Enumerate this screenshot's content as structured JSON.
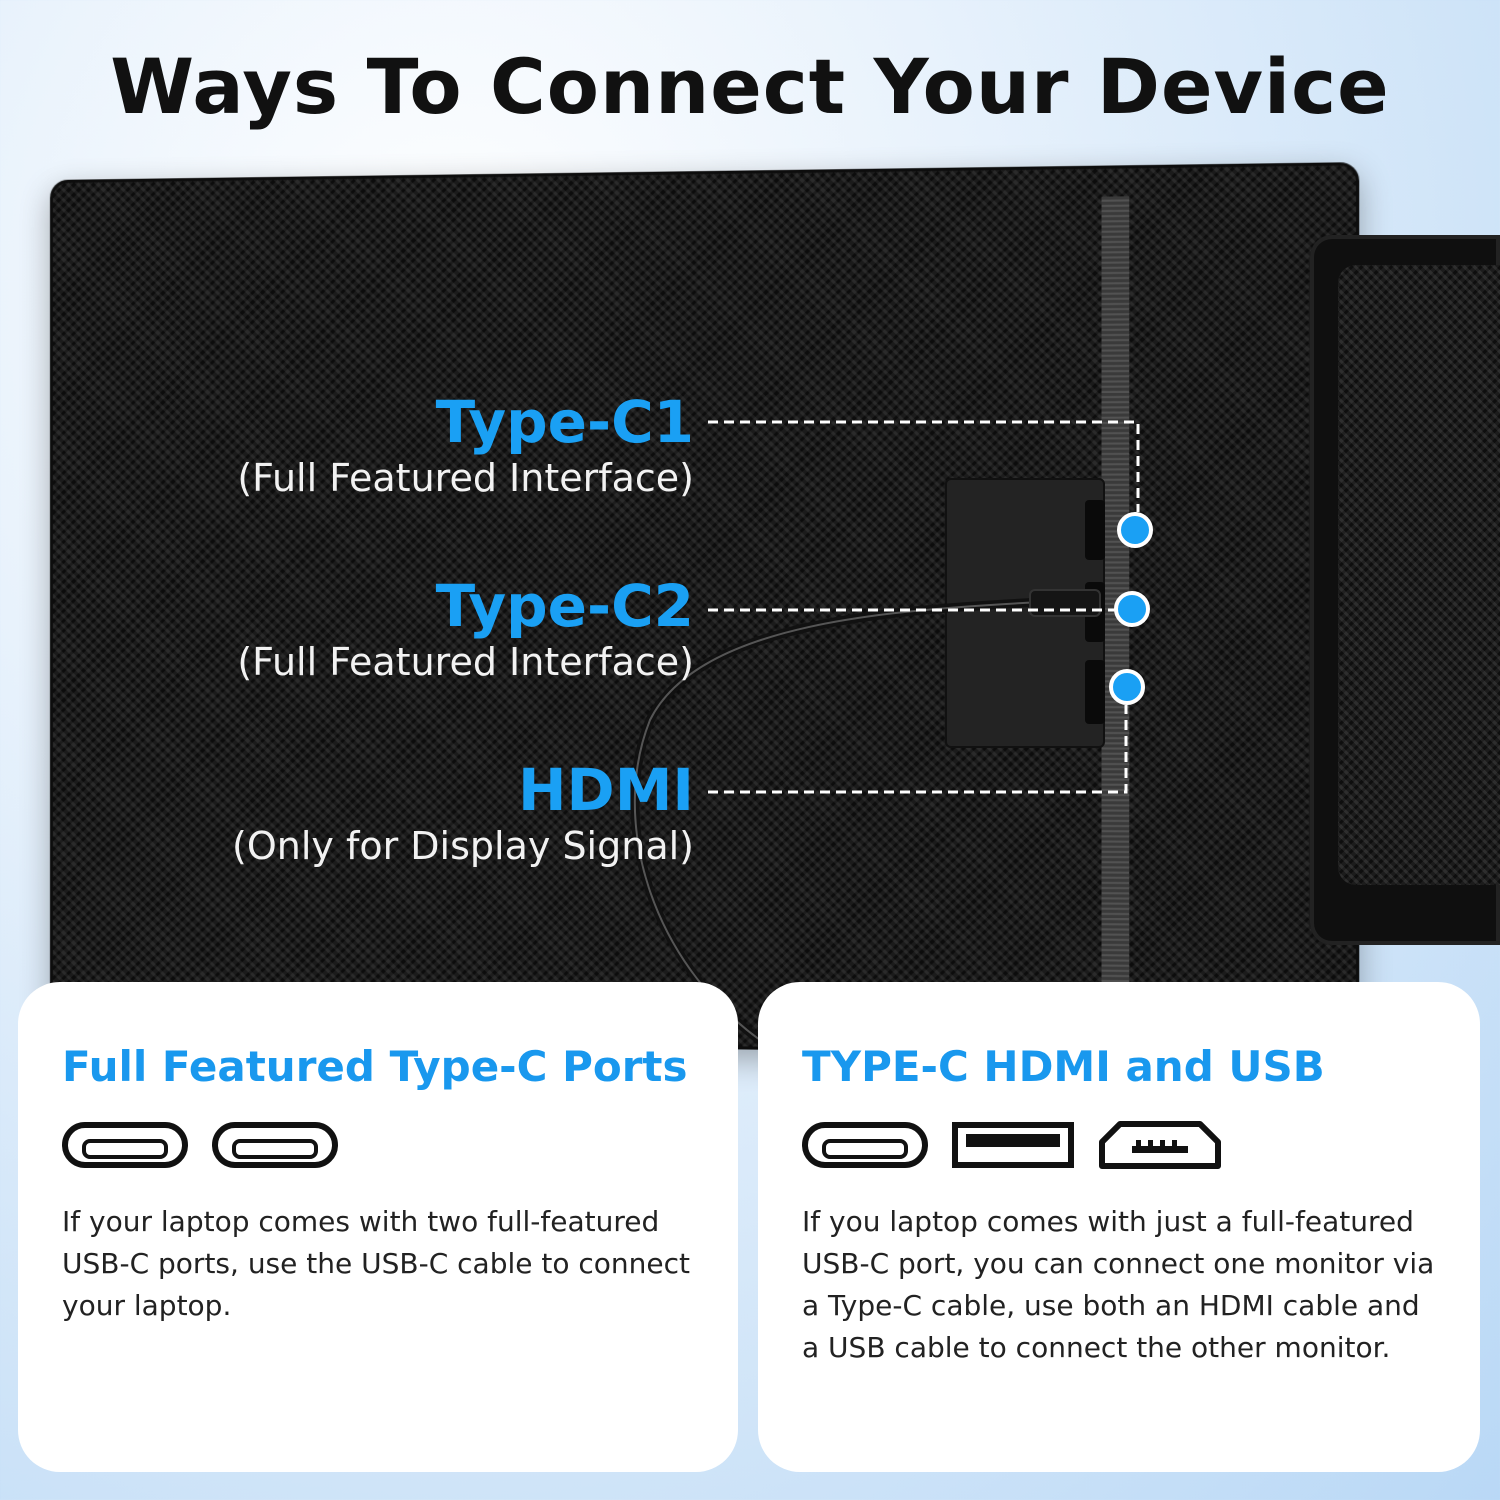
{
  "header": {
    "title": "Ways To Connect Your Device"
  },
  "device": {
    "ports": [
      {
        "name": "Type-C1",
        "description": "(Full Featured Interface)"
      },
      {
        "name": "Type-C2",
        "description": "(Full Featured Interface)"
      },
      {
        "name": "HDMI",
        "description": "(Only for Display Signal)"
      }
    ]
  },
  "cards": [
    {
      "title": "Full Featured Type-C Ports",
      "icons": [
        "usb-c-port-icon",
        "usb-c-port-icon"
      ],
      "body": "If your laptop comes with two full-featured USB-C ports, use the USB-C cable to connect your laptop."
    },
    {
      "title": "TYPE-C HDMI and USB",
      "icons": [
        "usb-c-port-icon",
        "usb-a-port-icon",
        "micro-hdmi-port-icon"
      ],
      "body": "If you laptop comes with just a full-featured USB-C port, you can connect one monitor via a Type-C cable, use both an HDMI cable and a USB cable to connect the other monitor."
    }
  ],
  "colors": {
    "accent": "#1aa0f4",
    "title": "#111111",
    "carbon": "#1b1b1b",
    "card": "#ffffff"
  }
}
